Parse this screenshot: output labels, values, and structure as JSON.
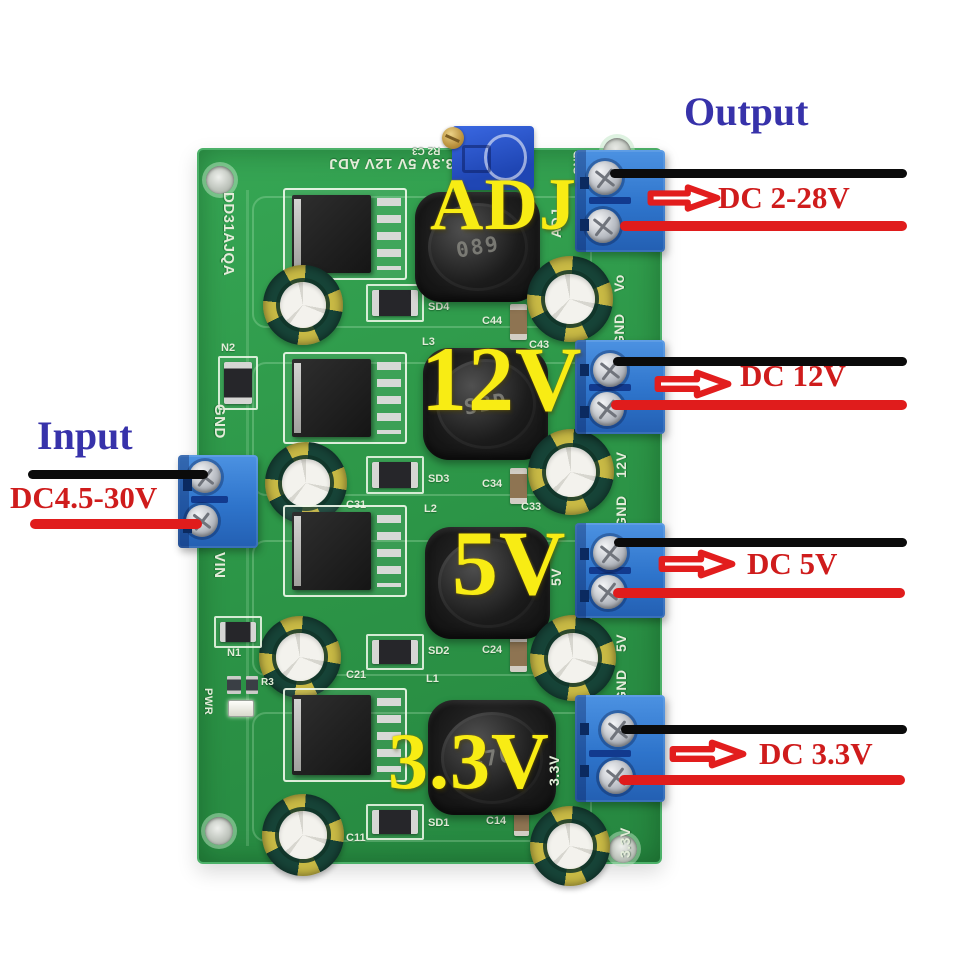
{
  "annotations": {
    "output_heading": "Output",
    "input_heading": "Input",
    "input_range": "DC4.5-30V",
    "rows": [
      "DC 2-28V",
      "DC 12V",
      "DC 5V",
      "DC 3.3V"
    ]
  },
  "silk": {
    "top_marking": "3.3V 5V 12V ADJ",
    "part_number": "DD31AJQA",
    "r2c3": "R2 C3",
    "input_gnd": "GND",
    "input_vin": "VIN",
    "n2": "N2",
    "n1": "N1",
    "r3": "R3",
    "pwr": "PWR"
  },
  "channels": [
    {
      "big": "ADJ",
      "marking": "089",
      "diode": "SD4",
      "cap": "C44",
      "out_cap": "C43",
      "side": "ADJ",
      "corner": "GND",
      "below1": "Vo",
      "below2": "GND"
    },
    {
      "big": "12V",
      "ind": "L3",
      "marking": "SBD",
      "diode": "SD3",
      "cap": "C34",
      "out_cap": "C33",
      "in_cap": "C31",
      "below1": "12V",
      "below2": "GND"
    },
    {
      "big": "5V",
      "ind": "L2",
      "diode": "SD2",
      "cap": "C24",
      "in_cap": "C21",
      "side": "5V",
      "below1": "5V",
      "below2": "GND"
    },
    {
      "big": "3.3V",
      "ind": "L1",
      "marking": "470",
      "diode": "SD1",
      "cap": "C14",
      "in_cap": "C11",
      "side": "3.3V",
      "below1": "3.3V"
    }
  ],
  "colors": {
    "pcb_green": "#2f9b4b",
    "label_yellow": "#f8ec14",
    "heading_blue": "#3732aa",
    "annotation_red": "#cf1c1c",
    "wire_black": "#0b0b0b",
    "wire_red": "#e01c1c",
    "terminal_blue": "#2e74cb"
  }
}
